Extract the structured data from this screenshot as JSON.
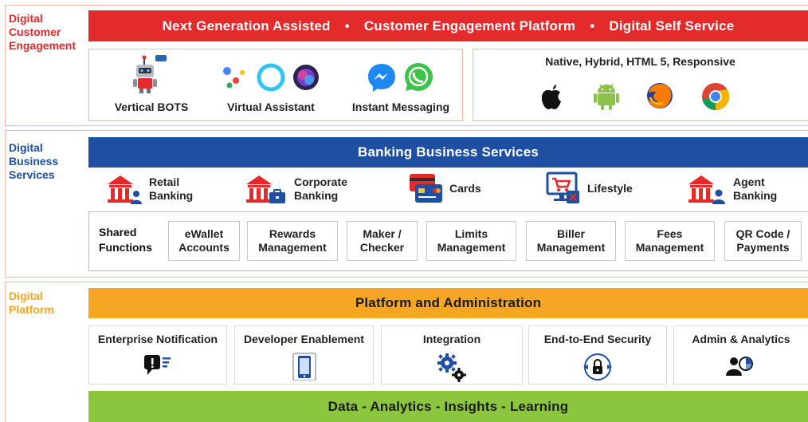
{
  "sections": {
    "customer": {
      "label_lines": [
        "Digital",
        "Customer",
        "Engagement"
      ],
      "color": "#e32b2b"
    },
    "business": {
      "label_lines": [
        "Digital",
        "Business",
        "Services"
      ],
      "color": "#1e4fa3"
    },
    "platform": {
      "label_lines": [
        "Digital",
        "Platform"
      ],
      "color": "#f5a623"
    }
  },
  "top_bar": {
    "items": [
      "Next Generation Assisted",
      "Customer Engagement Platform",
      "Digital Self Service"
    ],
    "separator": "•",
    "color": "#e32b2b"
  },
  "channels": [
    {
      "label": "Vertical BOTS",
      "icon": "robot-icon"
    },
    {
      "label": "Virtual Assistant",
      "icon": "assistant-icons"
    },
    {
      "label": "Instant Messaging",
      "icon": "messaging-icons"
    }
  ],
  "platforms": {
    "title": "Native, Hybrid, HTML 5, Responsive",
    "icons": [
      "apple-icon",
      "android-icon",
      "firefox-icon",
      "chrome-icon"
    ]
  },
  "business_bar": {
    "title": "Banking Business Services",
    "color": "#1e4fa3"
  },
  "business_services": [
    {
      "line1": "Retail",
      "line2": "Banking",
      "icon": "bank-person-icon"
    },
    {
      "line1": "Corporate",
      "line2": "Banking",
      "icon": "bank-briefcase-icon"
    },
    {
      "line1": "Cards",
      "line2": "",
      "icon": "cards-icon"
    },
    {
      "line1": "Lifestyle",
      "line2": "",
      "icon": "shopping-screen-icon"
    },
    {
      "line1": "Agent",
      "line2": "Banking",
      "icon": "bank-agent-icon"
    }
  ],
  "shared": {
    "label_lines": [
      "Shared",
      "Functions"
    ],
    "items": [
      {
        "line1": "eWallet",
        "line2": "Accounts"
      },
      {
        "line1": "Rewards",
        "line2": "Management"
      },
      {
        "line1": "Maker /",
        "line2": "Checker"
      },
      {
        "line1": "Limits",
        "line2": "Management"
      },
      {
        "line1": "Biller",
        "line2": "Management"
      },
      {
        "line1": "Fees",
        "line2": "Management"
      },
      {
        "line1": "QR Code /",
        "line2": "Payments"
      }
    ]
  },
  "platform_bar": {
    "title": "Platform and Administration",
    "color": "#f5a623"
  },
  "platform_items": [
    {
      "label": "Enterprise Notification",
      "icon": "notification-icon"
    },
    {
      "label": "Developer Enablement",
      "icon": "mobile-device-icon"
    },
    {
      "label": "Integration",
      "icon": "gears-icon"
    },
    {
      "label": "End-to-End Security",
      "icon": "lock-icon"
    },
    {
      "label": "Admin & Analytics",
      "icon": "admin-users-icon"
    }
  ],
  "data_bar": {
    "title": "Data - Analytics - Insights - Learning",
    "color": "#8cc63f"
  }
}
